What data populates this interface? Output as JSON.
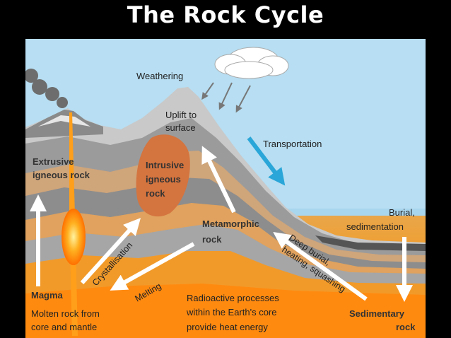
{
  "title": "The Rock Cycle",
  "labels": {
    "weathering": "Weathering",
    "uplift_1": "Uplift to",
    "uplift_2": "surface",
    "transportation": "Transportation",
    "extrusive_1": "Extrusive",
    "extrusive_2": "igneous rock",
    "intrusive_1": "Intrusive",
    "intrusive_2": "igneous",
    "intrusive_3": "rock",
    "metamorphic_1": "Metamorphic",
    "metamorphic_2": "rock",
    "burial_1": "Burial,",
    "burial_2": "sedimentation",
    "deep_1": "Deep burial,",
    "deep_2": "heating, squashing",
    "crystallisation": "Crystallisation",
    "melting": "Melting",
    "magma": "Magma",
    "molten_1": "Molten rock from",
    "molten_2": "core and mantle",
    "radio_1": "Radioactive processes",
    "radio_2": "within the Earth's core",
    "radio_3": "provide heat energy",
    "sedimentary_1": "Sedimentary",
    "sedimentary_2": "rock"
  },
  "colors": {
    "sky": "#b7def2",
    "sea": "#a8d6ef",
    "magma": "#ff8c1a",
    "intrusion": "#d4743f",
    "arrow": "#ffffff",
    "transport_arrow": "#2aa6d8"
  }
}
